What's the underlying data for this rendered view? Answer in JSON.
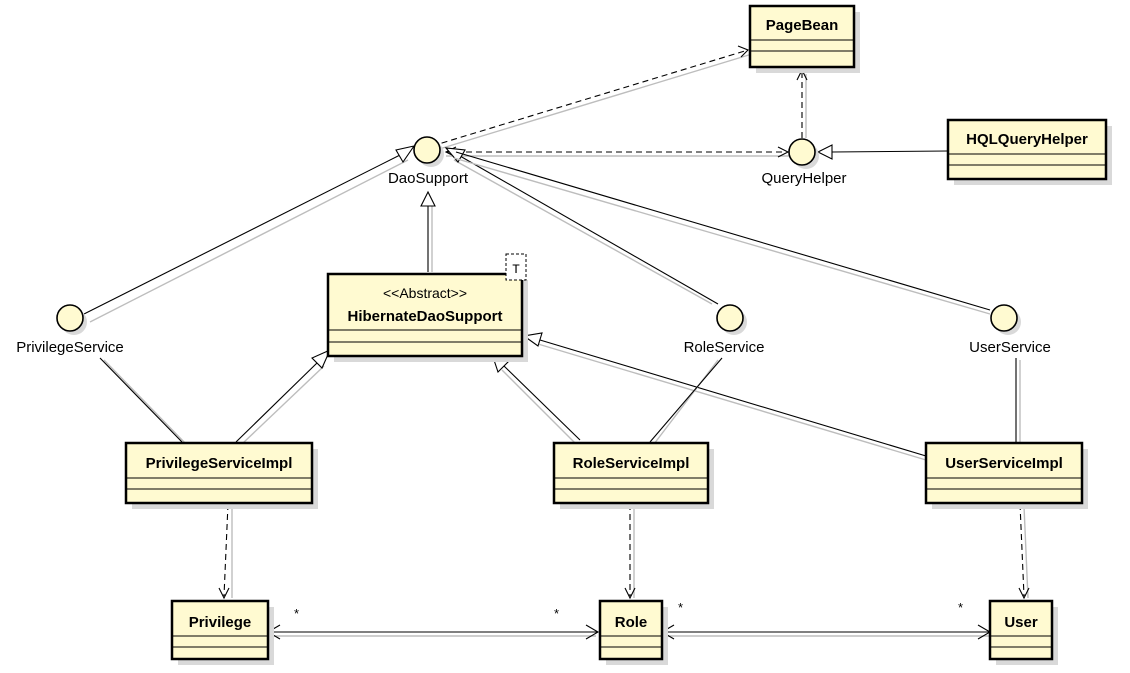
{
  "diagram": {
    "classes": {
      "pagebean": "PageBean",
      "hqlqueryhelper": "HQLQueryHelper",
      "hibernatedaosupport": "HibernateDaoSupport",
      "hibernatedaosupport_stereotype": "<<Abstract>>",
      "hibernatedaosupport_typeparam": "T",
      "privilegeserviceimpl": "PrivilegeServiceImpl",
      "roleserviceimpl": "RoleServiceImpl",
      "userserviceimpl": "UserServiceImpl",
      "privilege": "Privilege",
      "role": "Role",
      "user": "User"
    },
    "interfaces": {
      "daosupport": "DaoSupport",
      "queryhelper": "QueryHelper",
      "privilegeservice": "PrivilegeService",
      "roleservice": "RoleService",
      "userservice": "UserService"
    },
    "multiplicities": {
      "privilege_role_left": "*",
      "privilege_role_right": "*",
      "role_user_left": "*",
      "role_user_right": "*"
    },
    "colors": {
      "class_fill": "#fffad1",
      "stroke": "#000000",
      "shadow": "#d9d9d9"
    }
  }
}
